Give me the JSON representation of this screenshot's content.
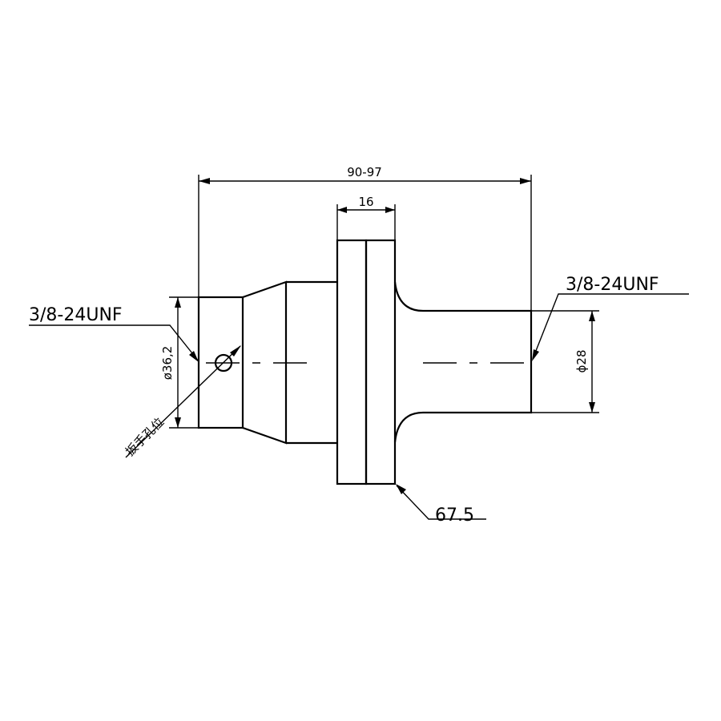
{
  "drawing": {
    "overall_length": "90-97",
    "flange_thickness": "16",
    "left_thread": "3/8-24UNF",
    "right_thread": "3/8-24UNF",
    "left_diameter": "ø36,2",
    "right_diameter": "ϕ28",
    "flange_diameter": "67.5",
    "wrench_hole_note": "扳手孔位"
  }
}
